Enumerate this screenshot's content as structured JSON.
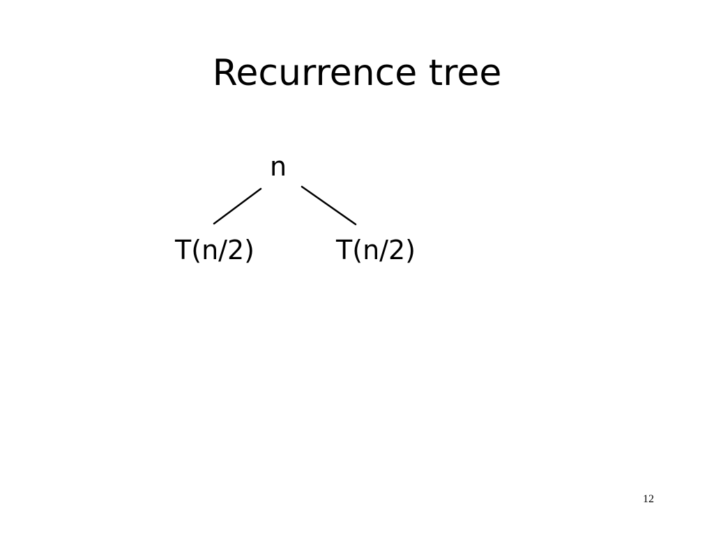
{
  "slide": {
    "title": "Recurrence tree",
    "page_number": "12"
  },
  "tree": {
    "root": {
      "label": "n"
    },
    "children": [
      {
        "label": "T(n/2)"
      },
      {
        "label": "T(n/2)"
      }
    ]
  }
}
